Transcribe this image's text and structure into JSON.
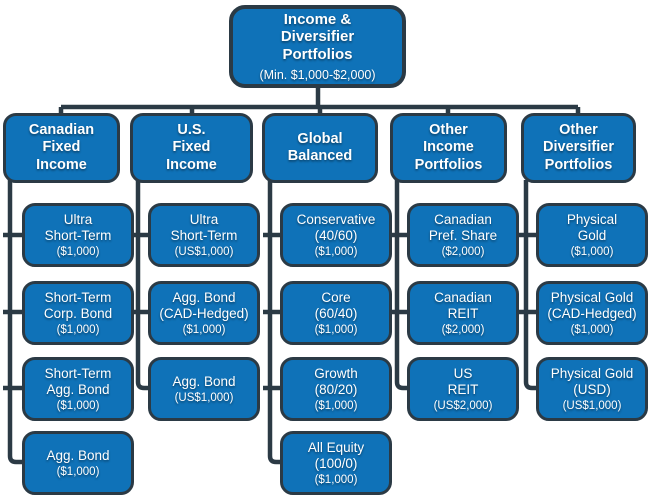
{
  "root": {
    "title": "Income &\nDiversifier\nPortfolios",
    "subtitle": "(Min. $1,000-$2,000)"
  },
  "colors": {
    "box_fill": "#0f72b8",
    "box_border": "#2b3a45",
    "connector": "#2b3a45",
    "text": "#ffffff",
    "background": "#ffffff"
  },
  "columns": [
    {
      "header": "Canadian\nFixed\nIncome",
      "items": [
        {
          "name": "Ultra\nShort-Term",
          "amount": "($1,000)"
        },
        {
          "name": "Short-Term\nCorp. Bond",
          "amount": "($1,000)"
        },
        {
          "name": "Short-Term\nAgg. Bond",
          "amount": "($1,000)"
        },
        {
          "name": "Agg. Bond",
          "amount": "($1,000)"
        }
      ]
    },
    {
      "header": "U.S.\nFixed\nIncome",
      "items": [
        {
          "name": "Ultra\nShort-Term",
          "amount": "(US$1,000)"
        },
        {
          "name": "Agg. Bond\n(CAD-Hedged)",
          "amount": "($1,000)"
        },
        {
          "name": "Agg. Bond",
          "amount": "(US$1,000)"
        }
      ]
    },
    {
      "header": "Global\nBalanced",
      "items": [
        {
          "name": "Conservative\n(40/60)",
          "amount": "($1,000)"
        },
        {
          "name": "Core\n(60/40)",
          "amount": "($1,000)"
        },
        {
          "name": "Growth\n(80/20)",
          "amount": "($1,000)"
        },
        {
          "name": "All Equity\n(100/0)",
          "amount": "($1,000)"
        }
      ]
    },
    {
      "header": "Other\nIncome\nPortfolios",
      "items": [
        {
          "name": "Canadian\nPref. Share",
          "amount": "($2,000)"
        },
        {
          "name": "Canadian\nREIT",
          "amount": "($2,000)"
        },
        {
          "name": "US\nREIT",
          "amount": "(US$2,000)"
        }
      ]
    },
    {
      "header": "Other\nDiversifier\nPortfolios",
      "items": [
        {
          "name": "Physical\nGold",
          "amount": "($1,000)"
        },
        {
          "name": "Physical Gold\n(CAD-Hedged)",
          "amount": "($1,000)"
        },
        {
          "name": "Physical Gold\n(USD)",
          "amount": "(US$1,000)"
        }
      ]
    }
  ]
}
